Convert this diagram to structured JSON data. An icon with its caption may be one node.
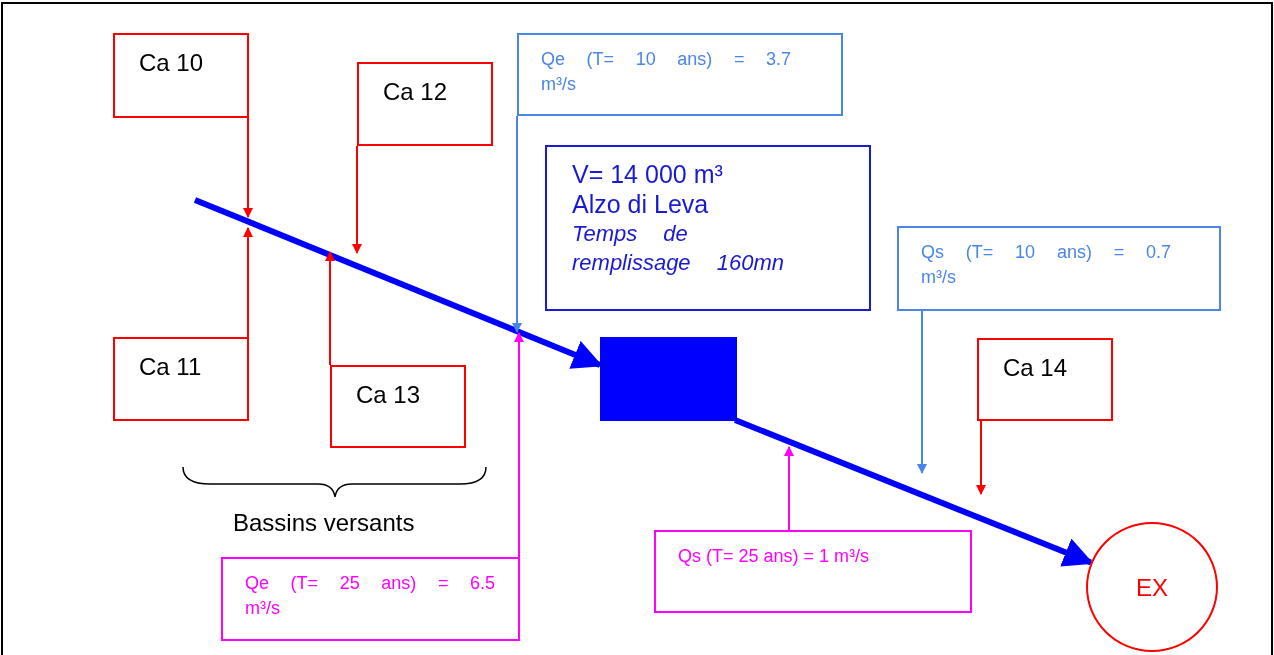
{
  "diagram": {
    "nodes": [
      {
        "text": [
          "Ca 10"
        ]
      },
      {
        "text": [
          "Ca 12"
        ]
      },
      {
        "text": [
          "Qe (T= 10 ans) = 3.7 m³/s"
        ]
      },
      {
        "text": [
          "V= 14 000 m³",
          "Alzo di Leva",
          "Temps de remplissage 160mn"
        ]
      },
      {
        "text": [
          "Qs (T= 10 ans) = 0.7 m³/s"
        ]
      },
      {
        "text": [
          "Ca 11"
        ]
      },
      {
        "text": [
          "Ca 13"
        ]
      },
      {
        "text": [],
        "shape": "box"
      },
      {
        "text": [
          "Ca 14"
        ]
      },
      {
        "text": [
          "Qe (T= 25 ans) = 6.5 m³/s"
        ]
      },
      {
        "text": [
          "Qs (T= 25 ans) = 1 m³/s"
        ]
      },
      {
        "text": [
          "EX"
        ]
      }
    ],
    "edges": [
      {
        "from": null,
        "to": 7,
        "arrow": "to",
        "style": "thick",
        "color": "#0000ff"
      },
      {
        "from": 7,
        "to": 11,
        "arrow": "to",
        "style": "thick",
        "color": "#0000ff"
      },
      {
        "from": 0,
        "to": null,
        "arrow": "to"
      },
      {
        "from": 5,
        "to": null,
        "arrow": "to"
      },
      {
        "from": 1,
        "to": null,
        "arrow": "to"
      },
      {
        "from": 6,
        "to": null,
        "arrow": "to"
      },
      {
        "from": 2,
        "to": null,
        "arrow": "to",
        "color": "#4a86e8"
      },
      {
        "from": 9,
        "to": null,
        "arrow": "to",
        "color": "#ff00ff"
      },
      {
        "from": 4,
        "to": null,
        "arrow": "to",
        "color": "#4a86e8"
      },
      {
        "from": 8,
        "to": null,
        "arrow": "to"
      },
      {
        "from": 10,
        "to": null,
        "arrow": "to",
        "color": "#ff00ff"
      }
    ],
    "labels": [
      "Bassins versants"
    ]
  }
}
